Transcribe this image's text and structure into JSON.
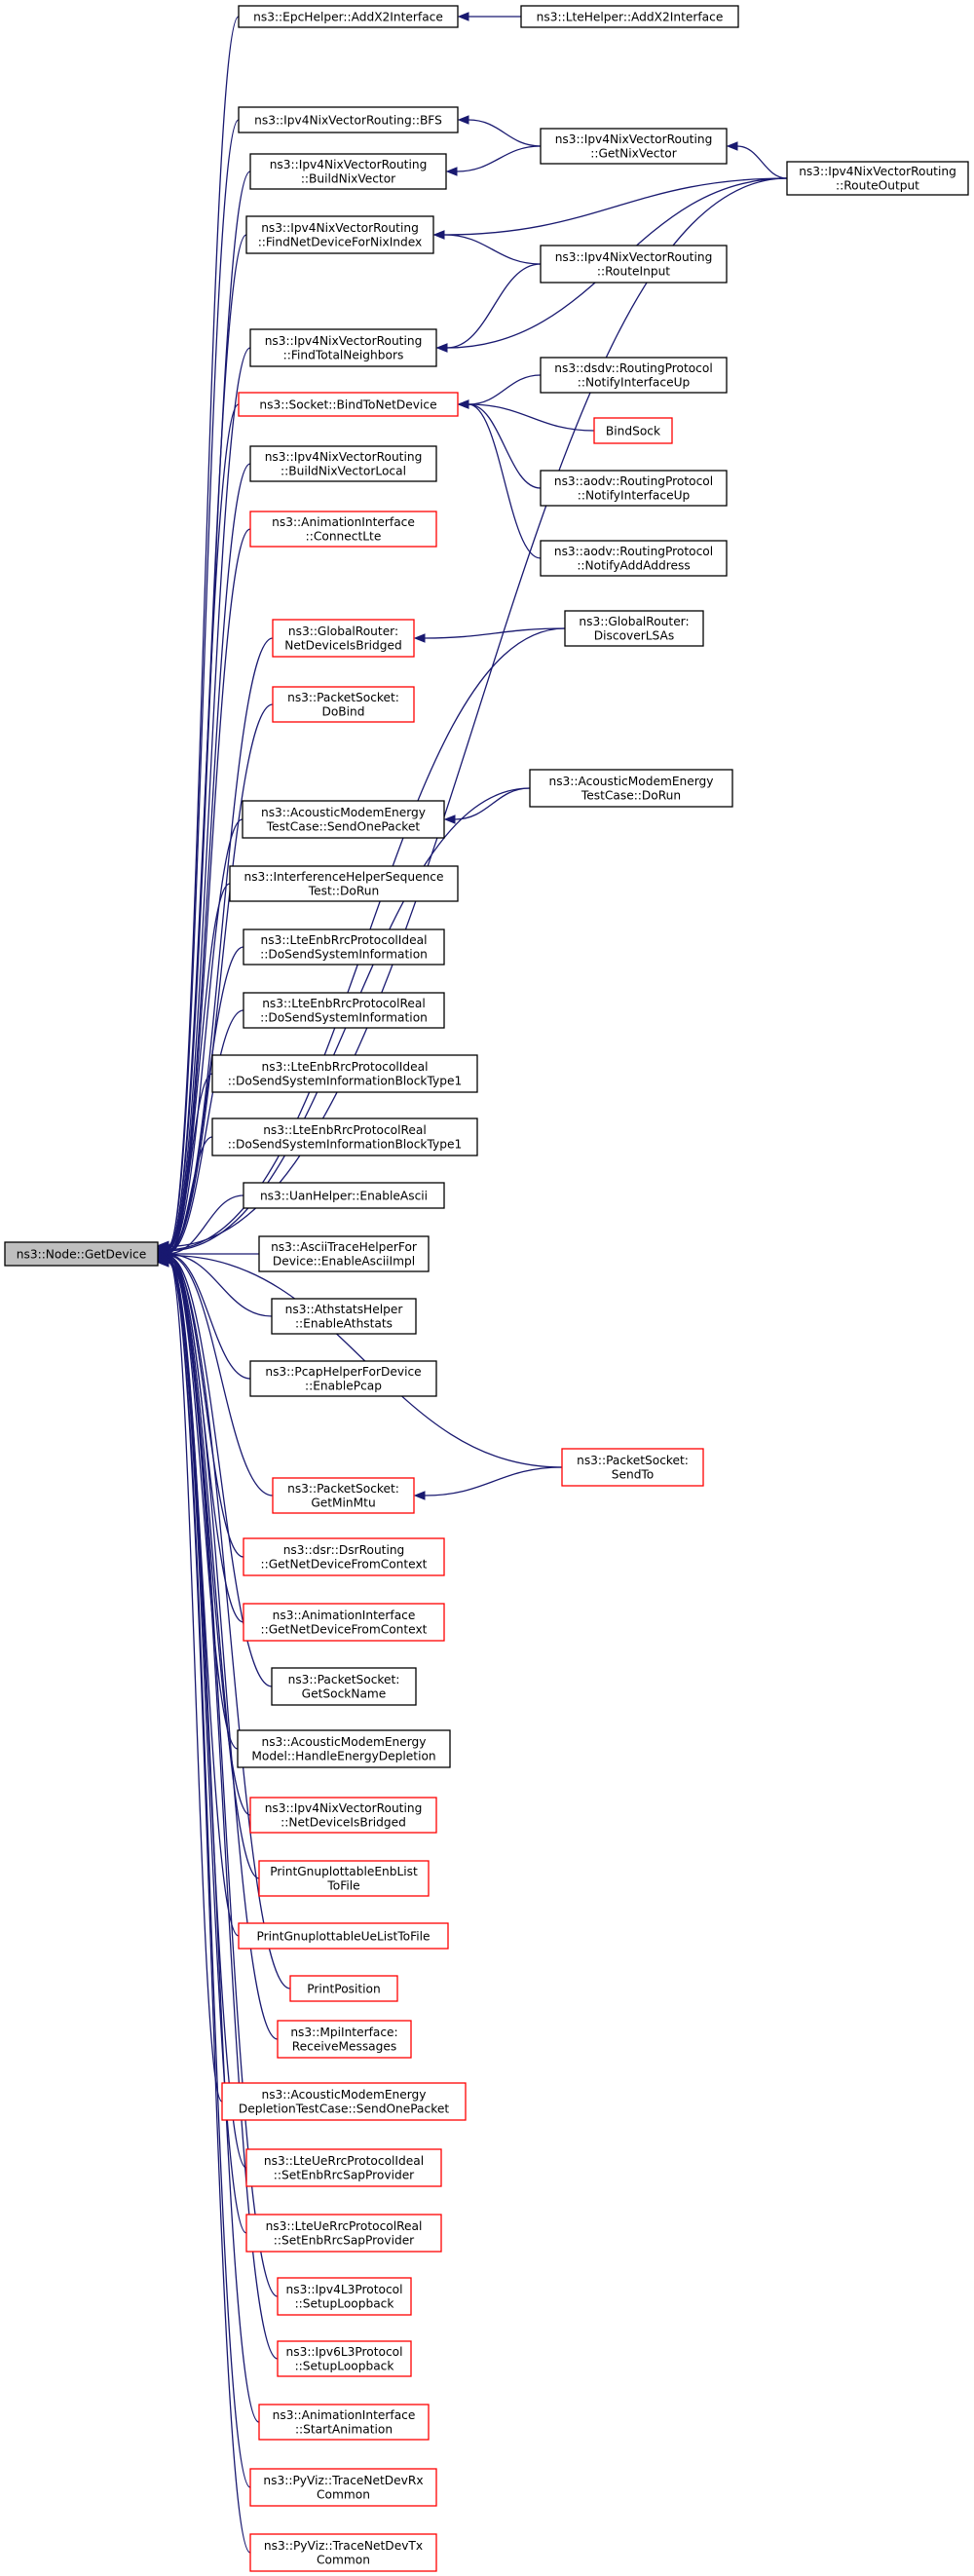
{
  "colors": {
    "edge": "#191970",
    "border_default": "#000000",
    "border_incomplete": "#ff0000",
    "focus_fill": "#bfbfbf",
    "node_fill": "#ffffff"
  },
  "nodes": [
    {
      "id": "n0",
      "lines": [
        "ns3::Node::GetDevice"
      ],
      "kind": "focus"
    },
    {
      "id": "n1",
      "lines": [
        "ns3::EpcHelper::AddX2Interface"
      ],
      "kind": "normal"
    },
    {
      "id": "n2",
      "lines": [
        "ns3::LteHelper::AddX2Interface"
      ],
      "kind": "normal"
    },
    {
      "id": "n3",
      "lines": [
        "ns3::Ipv4NixVectorRouting",
        "::RouteOutput"
      ],
      "kind": "normal"
    },
    {
      "id": "n4",
      "lines": [
        "ns3::Ipv4NixVectorRouting::BFS"
      ],
      "kind": "normal"
    },
    {
      "id": "n5",
      "lines": [
        "ns3::Ipv4NixVectorRouting",
        "::GetNixVector"
      ],
      "kind": "normal"
    },
    {
      "id": "n6",
      "lines": [
        "ns3::Ipv4NixVectorRouting",
        "::BuildNixVector"
      ],
      "kind": "normal"
    },
    {
      "id": "n7",
      "lines": [
        "ns3::Ipv4NixVectorRouting",
        "::FindNetDeviceForNixIndex"
      ],
      "kind": "normal"
    },
    {
      "id": "n8",
      "lines": [
        "ns3::Ipv4NixVectorRouting",
        "::RouteInput"
      ],
      "kind": "normal"
    },
    {
      "id": "n9",
      "lines": [
        "ns3::Ipv4NixVectorRouting",
        "::FindTotalNeighbors"
      ],
      "kind": "normal"
    },
    {
      "id": "n10",
      "lines": [
        "ns3::Socket::BindToNetDevice"
      ],
      "kind": "incomplete"
    },
    {
      "id": "n11",
      "lines": [
        "ns3::dsdv::RoutingProtocol",
        "::NotifyInterfaceUp"
      ],
      "kind": "normal"
    },
    {
      "id": "n12",
      "lines": [
        "BindSock"
      ],
      "kind": "incomplete"
    },
    {
      "id": "n13",
      "lines": [
        "ns3::aodv::RoutingProtocol",
        "::NotifyInterfaceUp"
      ],
      "kind": "normal"
    },
    {
      "id": "n14",
      "lines": [
        "ns3::aodv::RoutingProtocol",
        "::NotifyAddAddress"
      ],
      "kind": "normal"
    },
    {
      "id": "n15",
      "lines": [
        "ns3::Ipv4NixVectorRouting",
        "::BuildNixVectorLocal"
      ],
      "kind": "normal"
    },
    {
      "id": "n16",
      "lines": [
        "ns3::AnimationInterface",
        "::ConnectLte"
      ],
      "kind": "incomplete"
    },
    {
      "id": "n17",
      "lines": [
        "ns3::GlobalRouter:",
        "NetDeviceIsBridged"
      ],
      "kind": "incomplete"
    },
    {
      "id": "n18",
      "lines": [
        "ns3::GlobalRouter:",
        "DiscoverLSAs"
      ],
      "kind": "normal"
    },
    {
      "id": "n19",
      "lines": [
        "ns3::PacketSocket:",
        "DoBind"
      ],
      "kind": "incomplete"
    },
    {
      "id": "n20",
      "lines": [
        "ns3::AcousticModemEnergy",
        "TestCase::SendOnePacket"
      ],
      "kind": "normal"
    },
    {
      "id": "n21",
      "lines": [
        "ns3::AcousticModemEnergy",
        "TestCase::DoRun"
      ],
      "kind": "normal"
    },
    {
      "id": "n22",
      "lines": [
        "ns3::InterferenceHelperSequence",
        "Test::DoRun"
      ],
      "kind": "normal"
    },
    {
      "id": "n23",
      "lines": [
        "ns3::LteEnbRrcProtocolIdeal",
        "::DoSendSystemInformation"
      ],
      "kind": "normal"
    },
    {
      "id": "n24",
      "lines": [
        "ns3::LteEnbRrcProtocolReal",
        "::DoSendSystemInformation"
      ],
      "kind": "normal"
    },
    {
      "id": "n25",
      "lines": [
        "ns3::LteEnbRrcProtocolIdeal",
        "::DoSendSystemInformationBlockType1"
      ],
      "kind": "normal"
    },
    {
      "id": "n26",
      "lines": [
        "ns3::LteEnbRrcProtocolReal",
        "::DoSendSystemInformationBlockType1"
      ],
      "kind": "normal"
    },
    {
      "id": "n27",
      "lines": [
        "ns3::UanHelper::EnableAscii"
      ],
      "kind": "normal"
    },
    {
      "id": "n28",
      "lines": [
        "ns3::AsciiTraceHelperFor",
        "Device::EnableAsciiImpl"
      ],
      "kind": "normal"
    },
    {
      "id": "n29",
      "lines": [
        "ns3::AthstatsHelper",
        "::EnableAthstats"
      ],
      "kind": "normal"
    },
    {
      "id": "n30",
      "lines": [
        "ns3::PcapHelperForDevice",
        "::EnablePcap"
      ],
      "kind": "normal"
    },
    {
      "id": "n31",
      "lines": [
        "ns3::PacketSocket:",
        "SendTo"
      ],
      "kind": "incomplete"
    },
    {
      "id": "n32",
      "lines": [
        "ns3::PacketSocket:",
        "GetMinMtu"
      ],
      "kind": "incomplete"
    },
    {
      "id": "n33",
      "lines": [
        "ns3::dsr::DsrRouting",
        "::GetNetDeviceFromContext"
      ],
      "kind": "incomplete"
    },
    {
      "id": "n34",
      "lines": [
        "ns3::AnimationInterface",
        "::GetNetDeviceFromContext"
      ],
      "kind": "incomplete"
    },
    {
      "id": "n35",
      "lines": [
        "ns3::PacketSocket:",
        "GetSockName"
      ],
      "kind": "normal"
    },
    {
      "id": "n36",
      "lines": [
        "ns3::AcousticModemEnergy",
        "Model::HandleEnergyDepletion"
      ],
      "kind": "normal"
    },
    {
      "id": "n37",
      "lines": [
        "ns3::Ipv4NixVectorRouting",
        "::NetDeviceIsBridged"
      ],
      "kind": "incomplete"
    },
    {
      "id": "n38",
      "lines": [
        "PrintGnuplottableEnbList",
        "ToFile"
      ],
      "kind": "incomplete"
    },
    {
      "id": "n39",
      "lines": [
        "PrintGnuplottableUeListToFile"
      ],
      "kind": "incomplete"
    },
    {
      "id": "n40",
      "lines": [
        "PrintPosition"
      ],
      "kind": "incomplete"
    },
    {
      "id": "n41",
      "lines": [
        "ns3::MpiInterface:",
        "ReceiveMessages"
      ],
      "kind": "incomplete"
    },
    {
      "id": "n42",
      "lines": [
        "ns3::AcousticModemEnergy",
        "DepletionTestCase::SendOnePacket"
      ],
      "kind": "incomplete"
    },
    {
      "id": "n43",
      "lines": [
        "ns3::LteUeRrcProtocolIdeal",
        "::SetEnbRrcSapProvider"
      ],
      "kind": "incomplete"
    },
    {
      "id": "n44",
      "lines": [
        "ns3::LteUeRrcProtocolReal",
        "::SetEnbRrcSapProvider"
      ],
      "kind": "incomplete"
    },
    {
      "id": "n45",
      "lines": [
        "ns3::Ipv4L3Protocol",
        "::SetupLoopback"
      ],
      "kind": "incomplete"
    },
    {
      "id": "n46",
      "lines": [
        "ns3::Ipv6L3Protocol",
        "::SetupLoopback"
      ],
      "kind": "incomplete"
    },
    {
      "id": "n47",
      "lines": [
        "ns3::AnimationInterface",
        "::StartAnimation"
      ],
      "kind": "incomplete"
    },
    {
      "id": "n48",
      "lines": [
        "ns3::PyViz::TraceNetDevRx",
        "Common"
      ],
      "kind": "incomplete"
    },
    {
      "id": "n49",
      "lines": [
        "ns3::PyViz::TraceNetDevTx",
        "Common"
      ],
      "kind": "incomplete"
    }
  ],
  "edges": [
    {
      "from": "n1",
      "to": "n0"
    },
    {
      "from": "n2",
      "to": "n1"
    },
    {
      "from": "n3",
      "to": "n0"
    },
    {
      "from": "n4",
      "to": "n0"
    },
    {
      "from": "n5",
      "to": "n4"
    },
    {
      "from": "n3",
      "to": "n5"
    },
    {
      "from": "n6",
      "to": "n0"
    },
    {
      "from": "n5",
      "to": "n6"
    },
    {
      "from": "n7",
      "to": "n0"
    },
    {
      "from": "n3",
      "to": "n7"
    },
    {
      "from": "n8",
      "to": "n7"
    },
    {
      "from": "n9",
      "to": "n0"
    },
    {
      "from": "n3",
      "to": "n9"
    },
    {
      "from": "n8",
      "to": "n9"
    },
    {
      "from": "n10",
      "to": "n0"
    },
    {
      "from": "n11",
      "to": "n10"
    },
    {
      "from": "n12",
      "to": "n10"
    },
    {
      "from": "n13",
      "to": "n10"
    },
    {
      "from": "n14",
      "to": "n10"
    },
    {
      "from": "n15",
      "to": "n0"
    },
    {
      "from": "n16",
      "to": "n0"
    },
    {
      "from": "n18",
      "to": "n0"
    },
    {
      "from": "n17",
      "to": "n0"
    },
    {
      "from": "n18",
      "to": "n17"
    },
    {
      "from": "n19",
      "to": "n0"
    },
    {
      "from": "n21",
      "to": "n0"
    },
    {
      "from": "n20",
      "to": "n0"
    },
    {
      "from": "n21",
      "to": "n20"
    },
    {
      "from": "n22",
      "to": "n0"
    },
    {
      "from": "n23",
      "to": "n0"
    },
    {
      "from": "n24",
      "to": "n0"
    },
    {
      "from": "n25",
      "to": "n0"
    },
    {
      "from": "n26",
      "to": "n0"
    },
    {
      "from": "n27",
      "to": "n0"
    },
    {
      "from": "n28",
      "to": "n0"
    },
    {
      "from": "n29",
      "to": "n0"
    },
    {
      "from": "n30",
      "to": "n0"
    },
    {
      "from": "n31",
      "to": "n0"
    },
    {
      "from": "n32",
      "to": "n0"
    },
    {
      "from": "n31",
      "to": "n32"
    },
    {
      "from": "n33",
      "to": "n0"
    },
    {
      "from": "n34",
      "to": "n0"
    },
    {
      "from": "n35",
      "to": "n0"
    },
    {
      "from": "n36",
      "to": "n0"
    },
    {
      "from": "n37",
      "to": "n0"
    },
    {
      "from": "n38",
      "to": "n0"
    },
    {
      "from": "n39",
      "to": "n0"
    },
    {
      "from": "n40",
      "to": "n0"
    },
    {
      "from": "n41",
      "to": "n0"
    },
    {
      "from": "n42",
      "to": "n0"
    },
    {
      "from": "n43",
      "to": "n0"
    },
    {
      "from": "n44",
      "to": "n0"
    },
    {
      "from": "n45",
      "to": "n0"
    },
    {
      "from": "n46",
      "to": "n0"
    },
    {
      "from": "n47",
      "to": "n0"
    },
    {
      "from": "n48",
      "to": "n0"
    },
    {
      "from": "n49",
      "to": "n0"
    }
  ]
}
